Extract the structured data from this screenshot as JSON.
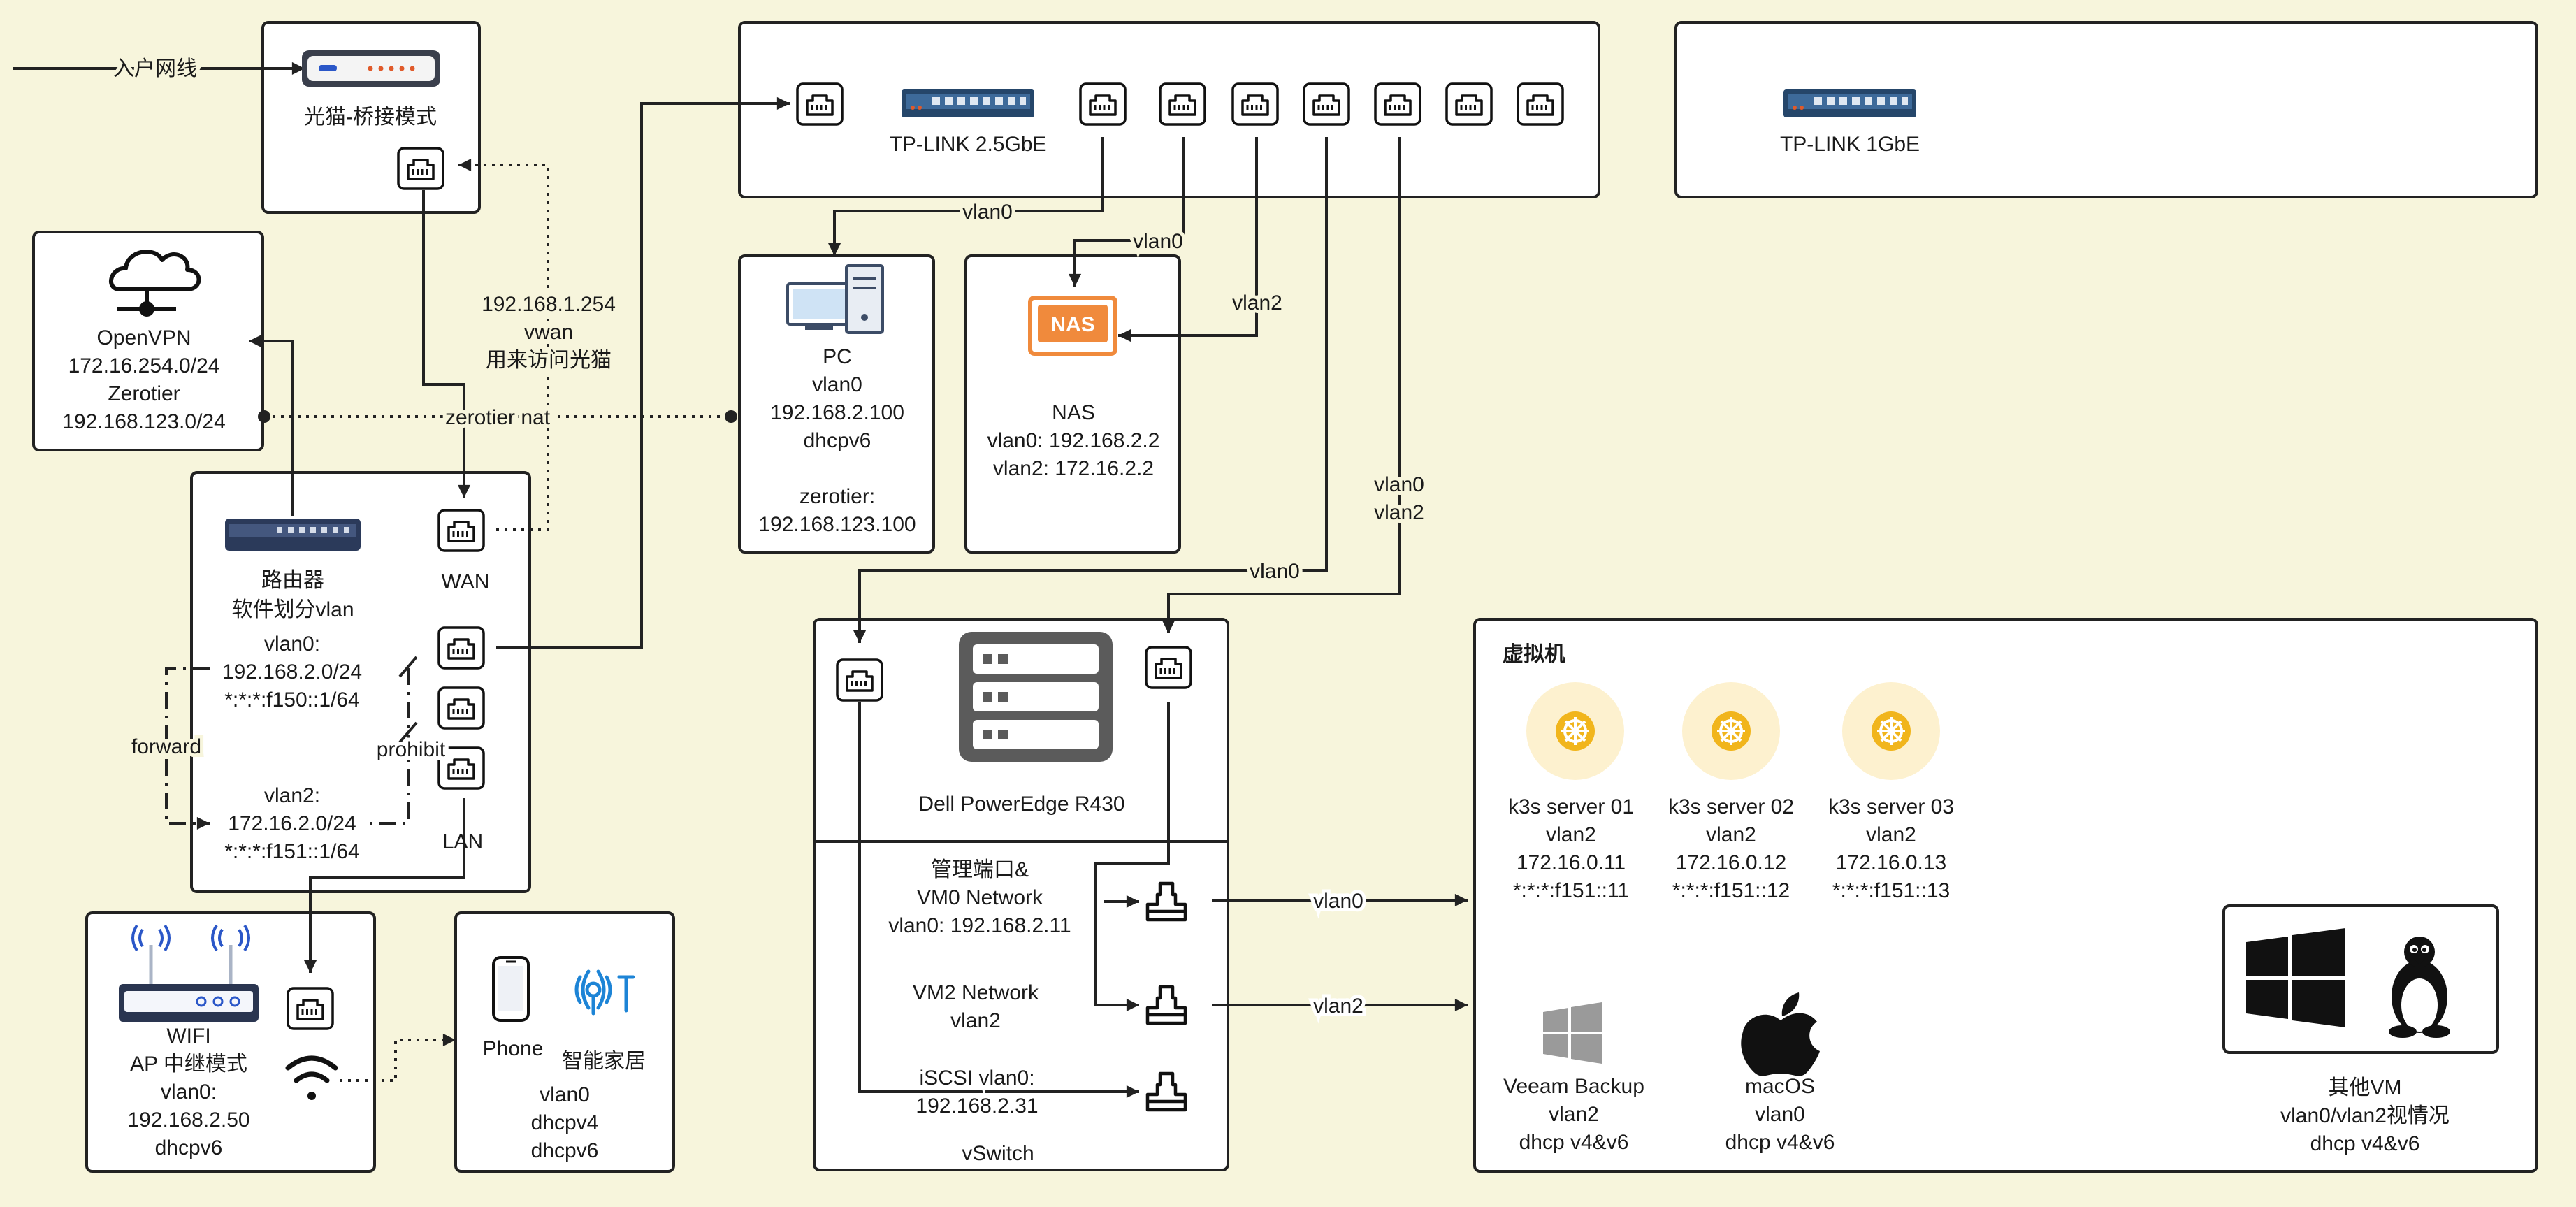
{
  "diagram": {
    "uplink": "入户网线",
    "modem": {
      "title": "光猫-桥接模式"
    },
    "switch25": {
      "title": "TP-LINK 2.5GbE"
    },
    "switch1g": {
      "title": "TP-LINK 1GbE"
    },
    "openvpn": {
      "lines": [
        "OpenVPN",
        "172.16.254.0/24",
        "Zerotier",
        "192.168.123.0/24"
      ]
    },
    "modem_access": [
      "192.168.1.254",
      "vwan",
      "用来访问光猫"
    ],
    "zerotier_nat": "zerotier nat",
    "router": {
      "title": "路由器",
      "subtitle": "软件划分vlan",
      "wan": "WAN",
      "lan": "LAN",
      "vlan0_lines": [
        "vlan0:",
        "192.168.2.0/24",
        "*:*:*:f150::1/64"
      ],
      "vlan2_lines": [
        "vlan2:",
        "172.16.2.0/24",
        "*:*:*:f151::1/64"
      ],
      "forward": "forward",
      "prohibit": "prohibit"
    },
    "pc": {
      "lines": [
        "PC",
        "vlan0",
        "192.168.2.100",
        "dhcpv6",
        "",
        "zerotier:",
        "192.168.123.100"
      ]
    },
    "nas": {
      "icon_text": "NAS",
      "lines": [
        "NAS",
        "vlan0: 192.168.2.2",
        "vlan2: 172.16.2.2"
      ]
    },
    "edge_labels": {
      "pc_vlan": "vlan0",
      "nas_vlan0": "vlan0",
      "nas_vlan2": "vlan2",
      "server_vlan0": "vlan0",
      "server_trunk": [
        "vlan0",
        "vlan2"
      ],
      "vm_vlan0": "vlan0",
      "vm_vlan2": "vlan2"
    },
    "server": {
      "title": "Dell PowerEdge R430",
      "vswitch": "vSwitch",
      "mgmt": [
        "管理端口&",
        "VM0 Network",
        "vlan0: 192.168.2.11"
      ],
      "vm2": [
        "VM2 Network",
        "vlan2"
      ],
      "iscsi": [
        "iSCSI vlan0:",
        "192.168.2.31"
      ]
    },
    "ap": {
      "lines": [
        "WIFI",
        "AP 中继模式",
        "vlan0:",
        "192.168.2.50",
        "dhcpv6"
      ]
    },
    "home": {
      "phone": "Phone",
      "iot": "智能家居",
      "lines": [
        "vlan0",
        "dhcpv4",
        "dhcpv6"
      ]
    },
    "vms": {
      "title": "虚拟机",
      "k3s": [
        {
          "name": "k3s server 01",
          "vlan": "vlan2",
          "ip": "172.16.0.11",
          "ipv6": "*:*:*:f151::11"
        },
        {
          "name": "k3s server 02",
          "vlan": "vlan2",
          "ip": "172.16.0.12",
          "ipv6": "*:*:*:f151::12"
        },
        {
          "name": "k3s server 03",
          "vlan": "vlan2",
          "ip": "172.16.0.13",
          "ipv6": "*:*:*:f151::13"
        }
      ],
      "veeam": [
        "Veeam Backup",
        "vlan2",
        "dhcp v4&v6"
      ],
      "macos": [
        "macOS",
        "vlan0",
        "dhcp v4&v6"
      ],
      "other": [
        "其他VM",
        "vlan0/vlan2视情况",
        "dhcp v4&v6"
      ]
    }
  }
}
